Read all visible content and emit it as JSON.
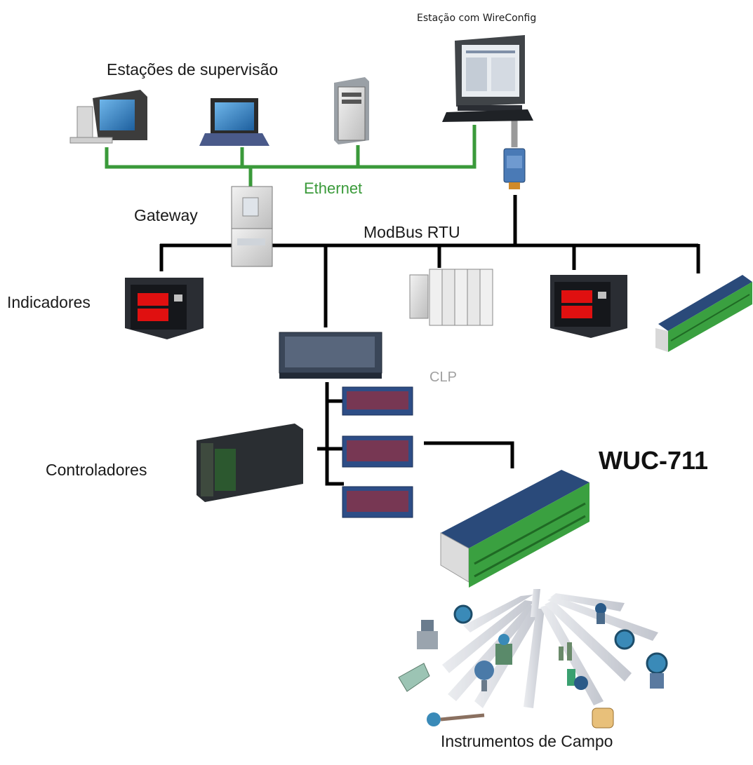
{
  "labels": {
    "wireconfig_station": "Estação com WireConfig",
    "supervision_stations": "Estações de supervisão",
    "ethernet": "Ethernet",
    "gateway": "Gateway",
    "modbus": "ModBus RTU",
    "indicators": "Indicadores",
    "clp": "CLP",
    "controllers": "Controladores",
    "product": "WUC-711",
    "field_instruments": "Instrumentos de Campo"
  },
  "colors": {
    "ethernet_line": "#3a9a3a",
    "ethernet_text": "#3a9a3a",
    "bus_line": "#000000",
    "clp_text": "#a0a0a0",
    "device_blue": "#2a4a7a",
    "terminal_green": "#3aa040",
    "panel_dark": "#2a2d33",
    "display_red": "#e01010",
    "beam": "#c8ccd4"
  }
}
